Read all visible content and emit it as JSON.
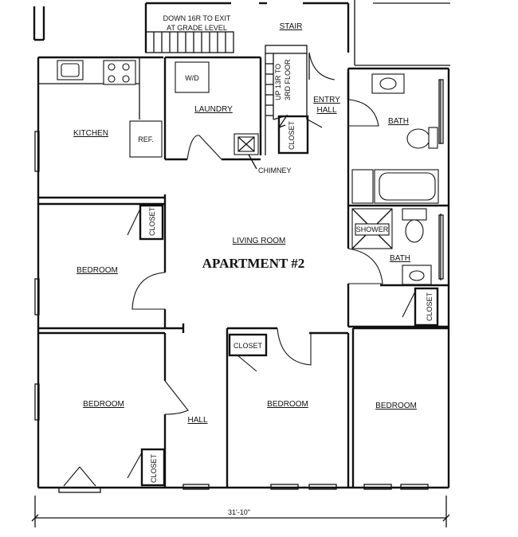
{
  "plan_title": "APARTMENT #2",
  "stair_notes": {
    "down_line1": "DOWN 16R TO EXIT",
    "down_line2": "AT GRADE LEVEL",
    "up_line1": "UP 13R TO",
    "up_line2": "3RD FLOOR"
  },
  "rooms": {
    "stair": "STAIR",
    "kitchen": "KITCHEN",
    "ref": "REF.",
    "wd": "W/D",
    "laundry": "LAUNDRY",
    "closet_hall": "CLOSET",
    "entry_hall_1": "ENTRY",
    "entry_hall_2": "HALL",
    "bath_top": "BATH",
    "chimney": "CHIMNEY",
    "living_room": "LIVING ROOM",
    "closet_bedroom1": "CLOSET",
    "bedroom1": "BEDROOM",
    "shower": "SHOWER",
    "bath_lower": "BATH",
    "closet_right": "CLOSET",
    "closet_center": "CLOSET",
    "bedroom2": "BEDROOM",
    "bedroom3": "BEDROOM",
    "bedroom4": "BEDROOM",
    "hall": "HALL",
    "closet_bedroom2": "CLOSET"
  },
  "dimension": "31'-10\""
}
